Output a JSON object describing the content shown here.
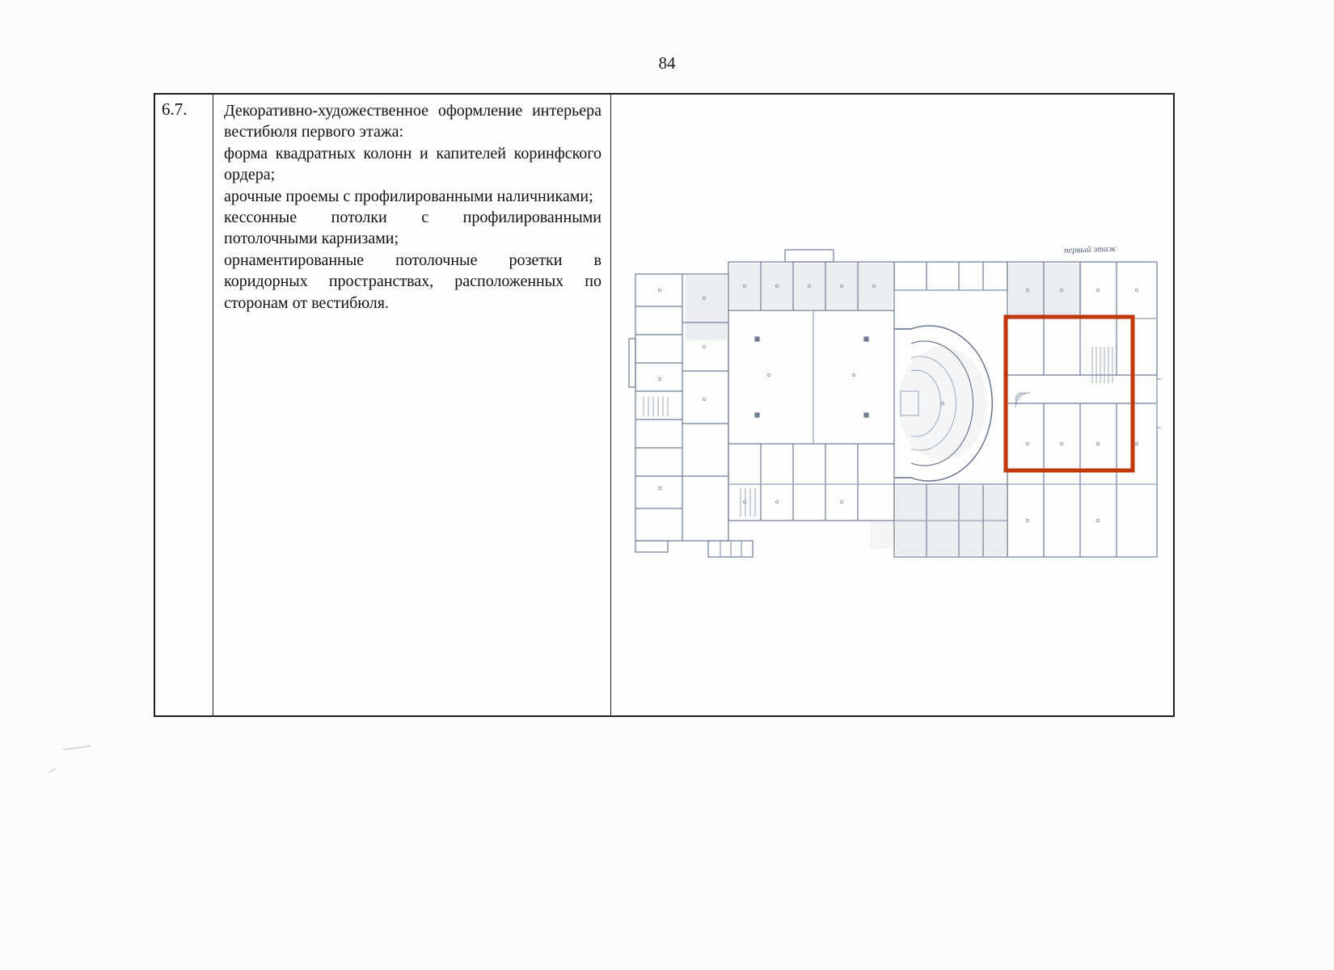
{
  "page": {
    "number": "84"
  },
  "table": {
    "item_number": "6.7.",
    "description": [
      "Декоративно-художественное оформление интерьера вестибюля первого этажа:",
      "форма квадратных колонн и капителей коринфского ордера;",
      "арочные проемы с профилированными наличниками;",
      "кессонные потолки с профилированными потолочными карнизами;",
      "орнаментированные потолочные розетки в коридорных пространствах, расположенных по сторонам от вестибюля."
    ]
  },
  "plan": {
    "annotation": "первый этаж",
    "highlight_color": "#c2380c"
  }
}
